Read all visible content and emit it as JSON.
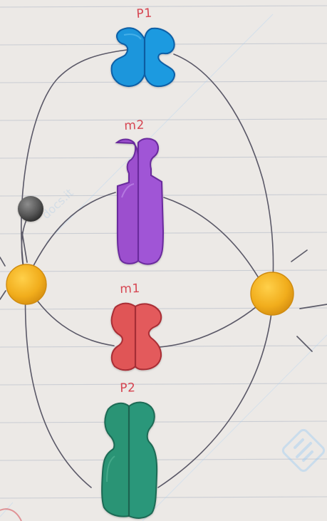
{
  "image": {
    "labels": {
      "p1": "P1",
      "m2": "m2",
      "m1": "m1",
      "p2": "P2"
    },
    "watermark_text": "docs.it"
  },
  "colors": {
    "paper": "#ece9e6",
    "rule_line": "#bfc7d2",
    "spindle_line": "#5c5b6b",
    "label_red": "#d64652",
    "blue_chromosome": "#1f97dc",
    "purple_chromosome": "#9f4ed2",
    "red_chromosome": "#e05356",
    "green_chromosome": "#279474",
    "centrosome_orange": "#f1ad1c",
    "sticker_gray": "#535353",
    "watermark_blue": "#9ccaf2"
  }
}
